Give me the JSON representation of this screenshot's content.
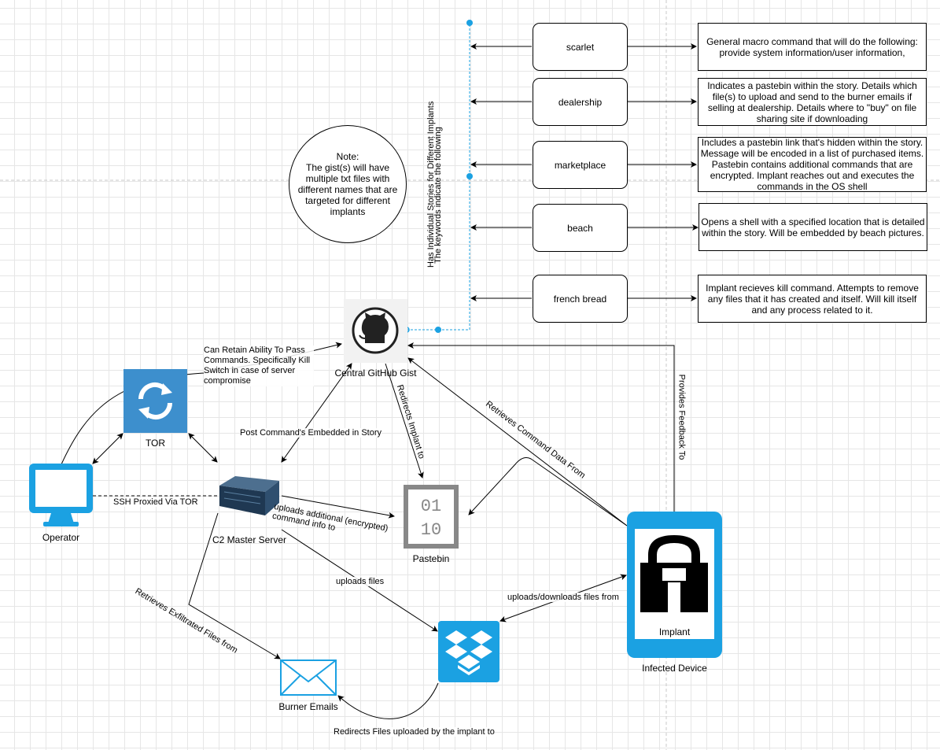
{
  "note": {
    "title": "Note:",
    "body": "The gist(s) will have multiple txt files with different names that are targeted for different implants"
  },
  "vertical_label_1": "Has Individual Stories for Different Implants",
  "vertical_label_2": "The keywords indicate the following",
  "keywords": [
    {
      "label": "scarlet",
      "description": "General macro command that will do the following: provide system information/user information,"
    },
    {
      "label": "dealership",
      "description": "Indicates a pastebin within the story. Details which file(s) to upload and send to the burner emails if selling at dealership. Details where to \"buy\" on file sharing site if downloading"
    },
    {
      "label": "marketplace",
      "description": "Includes a pastebin link that's hidden within the story. Message will be encoded in a list of purchased items. Pastebin contains additional commands that are encrypted. Implant reaches out and executes the commands in the OS shell"
    },
    {
      "label": "beach",
      "description": "Opens a shell with a specified location that is detailed within the story. Will be embedded by beach pictures."
    },
    {
      "label": "french bread",
      "description": "Implant recieves kill command. Attempts to remove any files that it has created and itself. Will kill itself and any process related to it."
    }
  ],
  "nodes": {
    "github": "Central GitHub Gist",
    "tor": "TOR",
    "operator": "Operator",
    "c2": "C2 Master Server",
    "pastebin": "Pastebin",
    "dropbox": "",
    "burner": "Burner Emails",
    "implant": "Implant",
    "infected": "Infected Device"
  },
  "edge_labels": {
    "kill_switch": "Can Retain Ability To Pass Commands. Specifically Kill Switch in case of server compromise",
    "post_commands": "Post Command's Embedded in Story",
    "ssh": "SSH Proxied Via TOR",
    "redirects_pastebin": "Redirects Implant to",
    "uploads_additional": "uploads additional (encrypted) command info to",
    "uploads_files": "uploads files",
    "retrieves_command": "Retrieves Command Data From",
    "provides_feedback": "Provides Feedback To",
    "uploads_downloads": "uploads/downloads files from",
    "retrieves_exfil": "Retrieves Exfiltrated Files from",
    "redirects_files": "Redirects Files uploaded by the implant to"
  },
  "colors": {
    "accent": "#1BA1E2",
    "tor_blue": "#3D8FCD",
    "server": "#2F4F6F",
    "pastebin_gray": "#888888",
    "edge": "#000000"
  }
}
